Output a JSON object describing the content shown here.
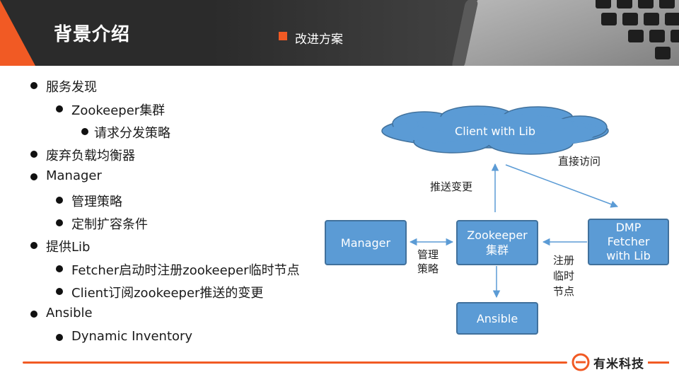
{
  "header": {
    "title": "背景介绍",
    "subtitle": "改进方案"
  },
  "bullets": [
    {
      "text": "服务发现",
      "level": 1
    },
    {
      "text": "Zookeeper集群",
      "level": 2
    },
    {
      "text": "请求分发策略",
      "level": 3
    },
    {
      "text": "废弃负载均衡器",
      "level": 1
    },
    {
      "text": "Manager",
      "level": 1
    },
    {
      "text": "管理策略",
      "level": 2
    },
    {
      "text": "定制扩容条件",
      "level": 2
    },
    {
      "text": "提供Lib",
      "level": 1
    },
    {
      "text": "Fetcher启动时注册zookeeper临时节点",
      "level": 2
    },
    {
      "text": "Client订阅zookeeper推送的变更",
      "level": 2
    },
    {
      "text": "Ansible",
      "level": 1
    },
    {
      "text": "Dynamic Inventory",
      "level": 2
    }
  ],
  "diagram": {
    "client": "Client with Lib",
    "manager": "Manager",
    "zookeeper_line1": "Zookeeper",
    "zookeeper_line2": "集群",
    "dmp_line1": "DMP",
    "dmp_line2": "Fetcher",
    "dmp_line3": "with Lib",
    "ansible": "Ansible",
    "label_direct": "直接访问",
    "label_push": "推送变更",
    "label_policy_1": "管理",
    "label_policy_2": "策略",
    "label_reg_1": "注册",
    "label_reg_2": "临时",
    "label_reg_3": "节点"
  },
  "footer": {
    "brand": "有米科技"
  },
  "colors": {
    "accent": "#f15a24",
    "node_fill": "#5b9bd5",
    "node_border": "#41719c",
    "header_bg": "#2b2b2b"
  }
}
